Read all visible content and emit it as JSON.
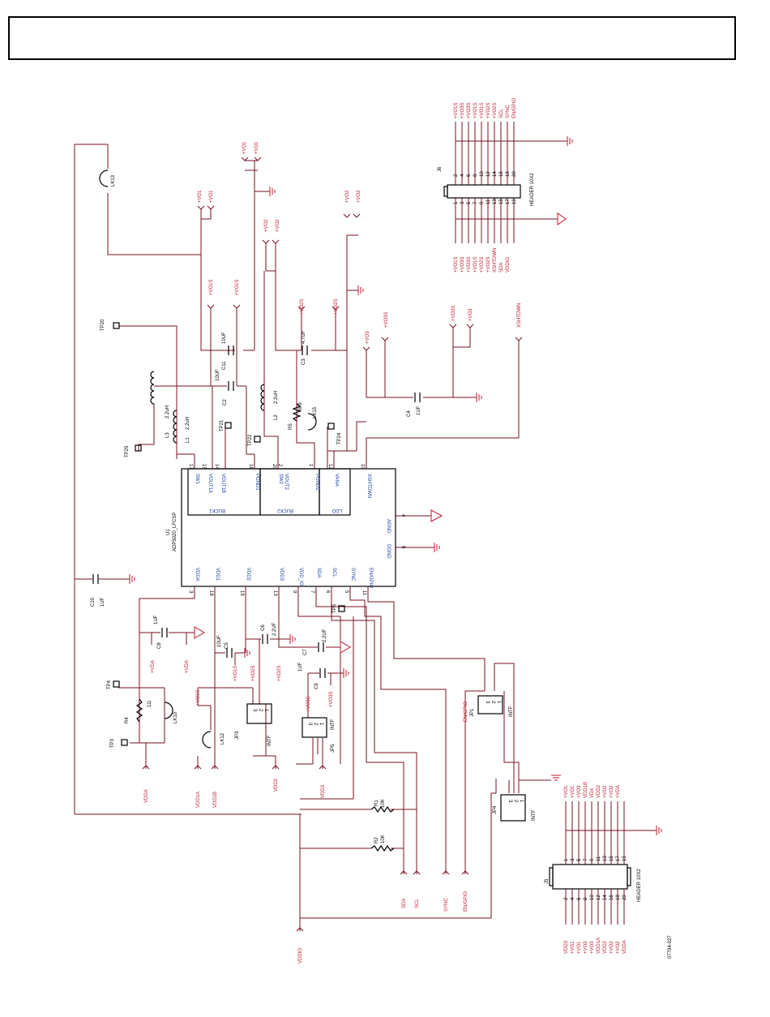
{
  "figure_id": "07794-027",
  "ic": {
    "ref": "U1",
    "part": "ADP5020_LFCSP",
    "blocks": [
      "BUCK1",
      "BUCK2",
      "LDO"
    ],
    "top_pins": [
      {
        "name": "SW1",
        "num": "17"
      },
      {
        "name": "VOUT1A",
        "num": "15"
      },
      {
        "name": "VOUT1B",
        "num": "14"
      },
      {
        "name": "PGND1",
        "num": "16"
      },
      {
        "name": "SW2",
        "num": "20"
      },
      {
        "name": "VOUT2",
        "num": "2"
      },
      {
        "name": "PGND2",
        "num": "1"
      },
      {
        "name": "VANA",
        "num": "12"
      },
      {
        "name": "XSHTDWN",
        "num": "10"
      }
    ],
    "bottom_pins": [
      {
        "name": "VDDA",
        "num": "3"
      },
      {
        "name": "VDD1",
        "num": "18"
      },
      {
        "name": "VDD2",
        "num": "19"
      },
      {
        "name": "VDD3",
        "num": "13"
      },
      {
        "name": "VDD_IO",
        "num": "9"
      },
      {
        "name": "SDA",
        "num": "7"
      },
      {
        "name": "SCL",
        "num": "6"
      },
      {
        "name": "SYNC",
        "num": "5"
      },
      {
        "name": "EN/GPIO",
        "num": "11"
      }
    ],
    "right_pins": [
      {
        "name": "AGND",
        "num": "4"
      },
      {
        "name": "DGND",
        "num": "8"
      }
    ]
  },
  "components": {
    "l1": {
      "ref": "L1",
      "value": "2.2uH"
    },
    "l2": {
      "ref": "L2",
      "value": "2.2uH"
    },
    "l3": {
      "ref": "L3",
      "value": "2.2uH"
    },
    "c2": {
      "ref": "C2",
      "value": "10UF"
    },
    "c11": {
      "ref": "C11",
      "value": "10UF"
    },
    "c3": {
      "ref": "C3",
      "value": "4.7UF"
    },
    "c4": {
      "ref": "C4",
      "value": "1UF"
    },
    "c10": {
      "ref": "C10",
      "value": "1UF"
    },
    "c8": {
      "ref": "C8",
      "value": "1UF"
    },
    "c5": {
      "ref": "C5",
      "value": "10UF"
    },
    "c6": {
      "ref": "C6",
      "value": "2.2UF"
    },
    "c7": {
      "ref": "C7",
      "value": "2.2UF"
    },
    "c9": {
      "ref": "C9",
      "value": "1UF"
    },
    "r5": {
      "ref": "R5",
      "value": "49.9"
    },
    "r4": {
      "ref": "R4",
      "value": "1Ω"
    },
    "r1": {
      "ref": "R1",
      "value": "10K"
    },
    "r2": {
      "ref": "R2",
      "value": "10K"
    },
    "lk10": "LK10",
    "lk12": "LK12",
    "lk13": "LK13",
    "lk15": "LK15",
    "tp3": "TP3",
    "tp4": "TP4",
    "tp5": "TP5",
    "tp20": "TP20",
    "tp21": "TP21",
    "tp22": "TP22",
    "tp24": "TP24",
    "tp25": "TP25",
    "jp1": {
      "ref": "JP1",
      "label": "INTF"
    },
    "jp3": {
      "ref": "JP3",
      "label": "INTF"
    },
    "jp4": {
      "ref": "JP4",
      "label": "INTF"
    },
    "jp5": {
      "ref": "JP5",
      "label": "INTF"
    },
    "jp_pins": [
      "3",
      "2",
      "1"
    ]
  },
  "nets": {
    "vo1": "+VO1",
    "vo1s": "+VO1S",
    "vo2": "+VO2",
    "vo2s": "+VO2S",
    "vo3": "+VO3",
    "vo3s": "+VO3S",
    "vda": "+VDA",
    "vdda": "VDDA",
    "vdd1a": "VDD1A",
    "vdd1b": "VDD1B",
    "vdd2": "VDD2",
    "vdd3": "VDD3",
    "vddio": "VDDIO",
    "sda": "SDA",
    "scl": "SCL",
    "sync": "SYNC",
    "engpio": "EN/GPIO",
    "xshtdwn": "XSHTDWN"
  },
  "headers": {
    "j6": {
      "ref": "J6",
      "label": "HEADER 10X2",
      "even_pins": [
        "2",
        "4",
        "6",
        "8",
        "10",
        "12",
        "14",
        "16",
        "18",
        "20"
      ],
      "odd_pins": [
        "1",
        "3",
        "5",
        "7",
        "9",
        "11",
        "13",
        "15",
        "17",
        "19"
      ],
      "top_labels": [
        "+VO1S",
        "+VO3S",
        "+VO3S",
        "+VO1S",
        "+VO1S",
        "+VO2S",
        "+VO2S",
        "SCL",
        "SYNC",
        "EN/GPIO"
      ],
      "bottom_labels": [
        "+VO1S",
        "+VO3S",
        "+VO3S",
        "+VO1S",
        "+VO2S",
        "+VO2S",
        "XSHTDWN",
        "SDA",
        "VDDIO",
        ""
      ]
    },
    "j5": {
      "ref": "J5",
      "label": "HEADER 10X2",
      "top_pins": [
        "1",
        "3",
        "5",
        "7",
        "9",
        "11",
        "13",
        "15",
        "17",
        "19"
      ],
      "bottom_pins": [
        "2",
        "4",
        "6",
        "8",
        "10",
        "12",
        "14",
        "16",
        "18",
        "20"
      ],
      "top_labels": [
        "+VO1",
        "+VO1",
        "+VO3",
        "VDD1B",
        "VDA",
        "VDD2",
        "+VO2",
        "+VO2",
        "+VDA",
        ""
      ],
      "bottom_labels": [
        "VDD3",
        "+VO1",
        "+VO1",
        "+VO3",
        "+VO3",
        "VDD1A",
        "VDD2",
        "+VO2",
        "+VO2",
        "VDDA"
      ]
    }
  }
}
